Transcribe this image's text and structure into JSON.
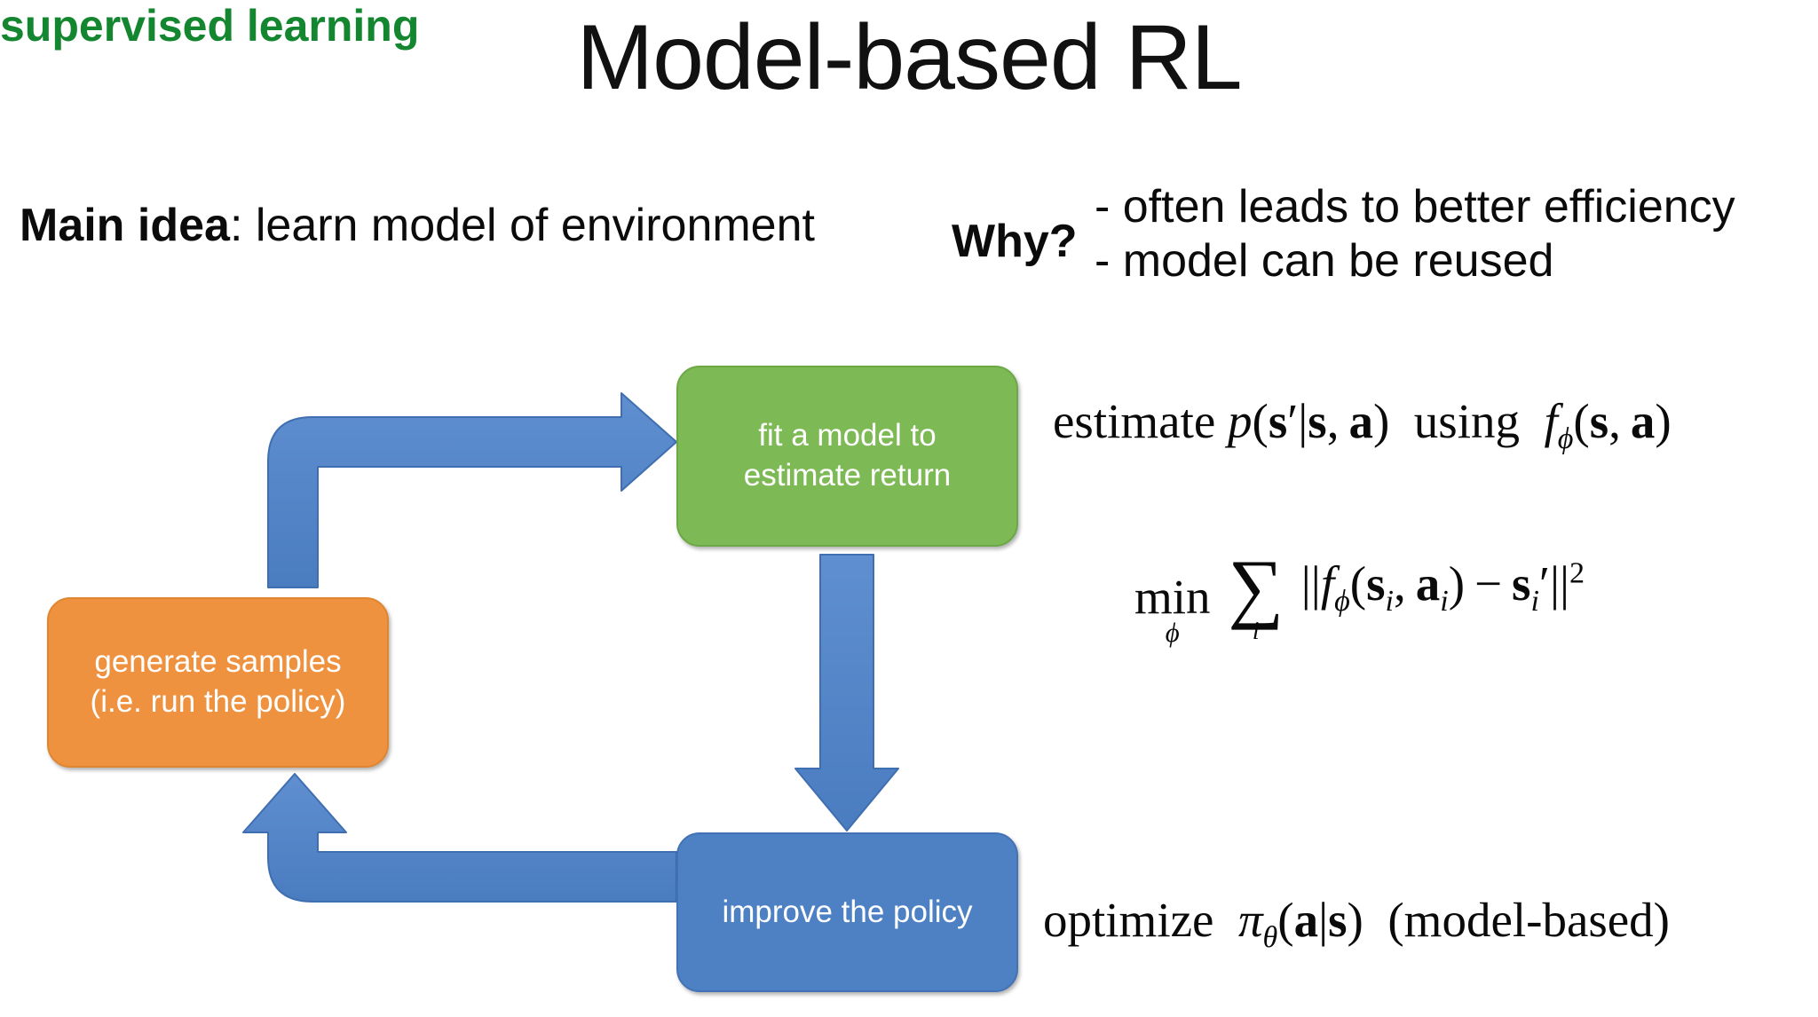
{
  "slide": {
    "title": "Model-based RL",
    "background_color": "#ffffff"
  },
  "main_idea": {
    "lead": "Main idea",
    "rest": ": learn model of environment"
  },
  "why": {
    "label": "Why?",
    "bullets": [
      "- often leads to better efficiency",
      "- model can be reused"
    ]
  },
  "cycle": {
    "nodes": [
      {
        "id": "fit",
        "line1": "fit a model to",
        "line2": "estimate return",
        "color": "#7DB954"
      },
      {
        "id": "generate",
        "line1": "generate samples",
        "line2": "(i.e. run the policy)",
        "color": "#EE9240"
      },
      {
        "id": "improve",
        "line1": "improve the policy",
        "line2": "",
        "color": "#4E81C4"
      }
    ],
    "arrow_color": "#4E81C4"
  },
  "equations": {
    "estimate": {
      "words": [
        "estimate",
        "using"
      ],
      "latex": "estimate p(s'|s, a) using f_\\phi(s, a)"
    },
    "supervised_learning": {
      "text": "supervised learning",
      "color": "#14862f"
    },
    "objective": {
      "latex": "\\min_\\phi \\sum_i ||f_\\phi(s_i, a_i) - s'_i||^2",
      "min_label": "min",
      "min_sub": "ϕ",
      "sum_sub": "i",
      "power": "2"
    },
    "optimize": {
      "words": [
        "optimize",
        "(model-based)"
      ],
      "latex": "optimize \\pi_\\theta(a|s) (model-based)"
    }
  }
}
